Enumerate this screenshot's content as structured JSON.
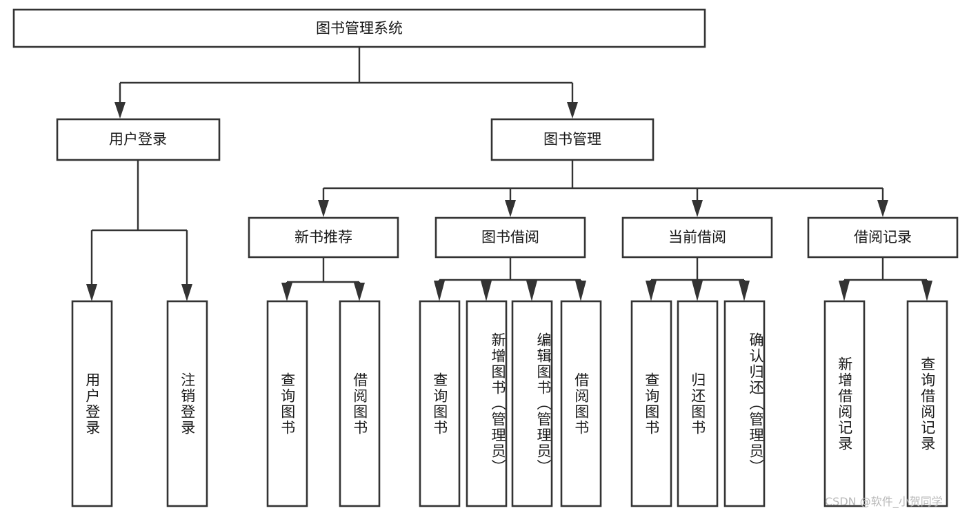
{
  "diagram": {
    "type": "tree-hierarchy",
    "title": "图书管理系统",
    "root": {
      "id": "root",
      "label": "图书管理系统"
    },
    "level2": [
      {
        "id": "user-login",
        "label": "用户登录"
      },
      {
        "id": "book-management",
        "label": "图书管理"
      }
    ],
    "level3": [
      {
        "id": "new-book-recommend",
        "label": "新书推荐",
        "parent": "book-management"
      },
      {
        "id": "book-borrow",
        "label": "图书借阅",
        "parent": "book-management"
      },
      {
        "id": "current-borrow",
        "label": "当前借阅",
        "parent": "book-management"
      },
      {
        "id": "borrow-record",
        "label": "借阅记录",
        "parent": "book-management"
      }
    ],
    "leaves": [
      {
        "id": "leaf-user-login",
        "label": "用户登录",
        "parent": "user-login"
      },
      {
        "id": "leaf-user-logout",
        "label": "注销登录",
        "parent": "user-login"
      },
      {
        "id": "leaf-query-book-1",
        "label": "查询图书",
        "parent": "new-book-recommend"
      },
      {
        "id": "leaf-borrow-book-1",
        "label": "借阅图书",
        "parent": "new-book-recommend"
      },
      {
        "id": "leaf-query-book-2",
        "label": "查询图书",
        "parent": "book-borrow"
      },
      {
        "id": "leaf-add-book",
        "label": "新增图书（管理员）",
        "parent": "book-borrow"
      },
      {
        "id": "leaf-edit-book",
        "label": "编辑图书（管理员）",
        "parent": "book-borrow"
      },
      {
        "id": "leaf-borrow-book-2",
        "label": "借阅图书",
        "parent": "book-borrow"
      },
      {
        "id": "leaf-query-book-3",
        "label": "查询图书",
        "parent": "current-borrow"
      },
      {
        "id": "leaf-return-book",
        "label": "归还图书",
        "parent": "current-borrow"
      },
      {
        "id": "leaf-confirm-return",
        "label": "确认归还（管理员）",
        "parent": "current-borrow"
      },
      {
        "id": "leaf-add-record",
        "label": "新增借阅记录",
        "parent": "borrow-record"
      },
      {
        "id": "leaf-query-record",
        "label": "查询借阅记录",
        "parent": "borrow-record"
      }
    ],
    "colors": {
      "stroke": "#333333",
      "fill": "#ffffff",
      "text": "#1a1a1a",
      "background": "#ffffff",
      "watermark": "#b8b8b8"
    }
  },
  "watermark": {
    "text": "CSDN @软件_小贺同学"
  }
}
